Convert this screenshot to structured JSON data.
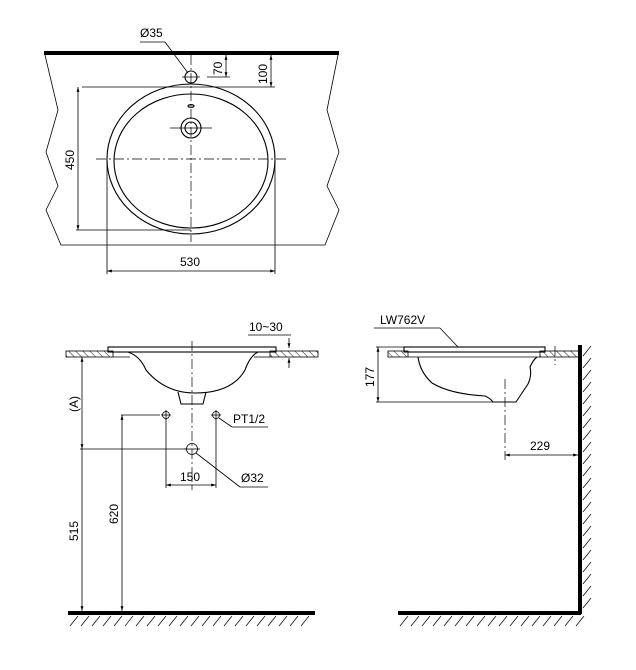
{
  "drawing": {
    "model": "LW762V",
    "views": {
      "top": {
        "label": "top-view",
        "dimensions": {
          "faucet_hole": "Ø35",
          "hole_to_edge": "70",
          "bowl_to_edge": "100",
          "bowl_depth": "450",
          "bowl_width": "530"
        }
      },
      "front": {
        "label": "front-view",
        "dimensions": {
          "counter_thickness": "10~30",
          "height_a": "(A)",
          "supply_thread": "PT1/2",
          "drain": "Ø32",
          "supply_spacing": "150",
          "drain_height": "515",
          "supply_height": "620"
        }
      },
      "side": {
        "label": "side-view",
        "dimensions": {
          "model_callout": "LW762V",
          "bowl_height": "177",
          "drain_to_wall": "229"
        }
      }
    }
  }
}
